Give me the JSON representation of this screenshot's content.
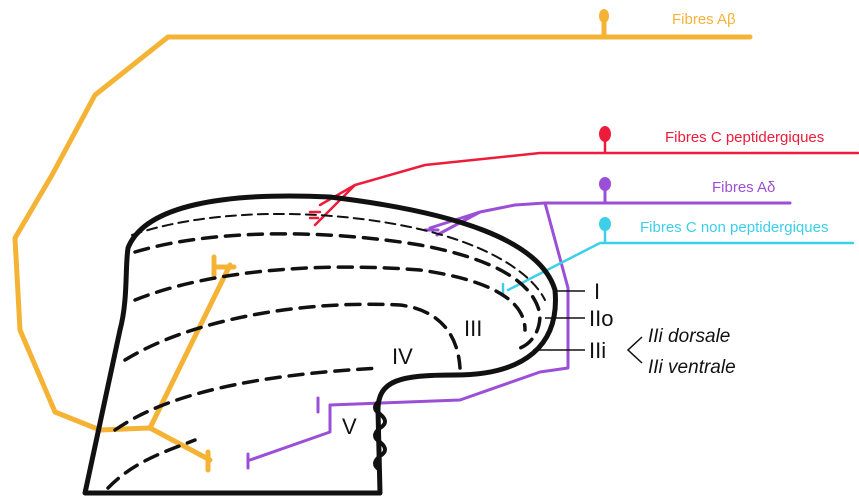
{
  "colors": {
    "abeta": "#F5B335",
    "c_peptidergic": "#EE1C3B",
    "adelta": "#9B4FD6",
    "c_non_peptidergic": "#3CCFEA",
    "outline": "#111111"
  },
  "fibers": {
    "abeta": "Fibres Aβ",
    "c_peptidergic": "Fibres C peptidergiques",
    "adelta": "Fibres Aδ",
    "c_non_peptidergic": "Fibres C non peptidergiques"
  },
  "laminae": {
    "i": "I",
    "iio": "IIo",
    "iii_right": "IIi",
    "iii": "III",
    "iv": "IV",
    "v": "V"
  },
  "sublaminae": {
    "dorsal": "IIi dorsale",
    "ventral": "IIi ventrale"
  }
}
